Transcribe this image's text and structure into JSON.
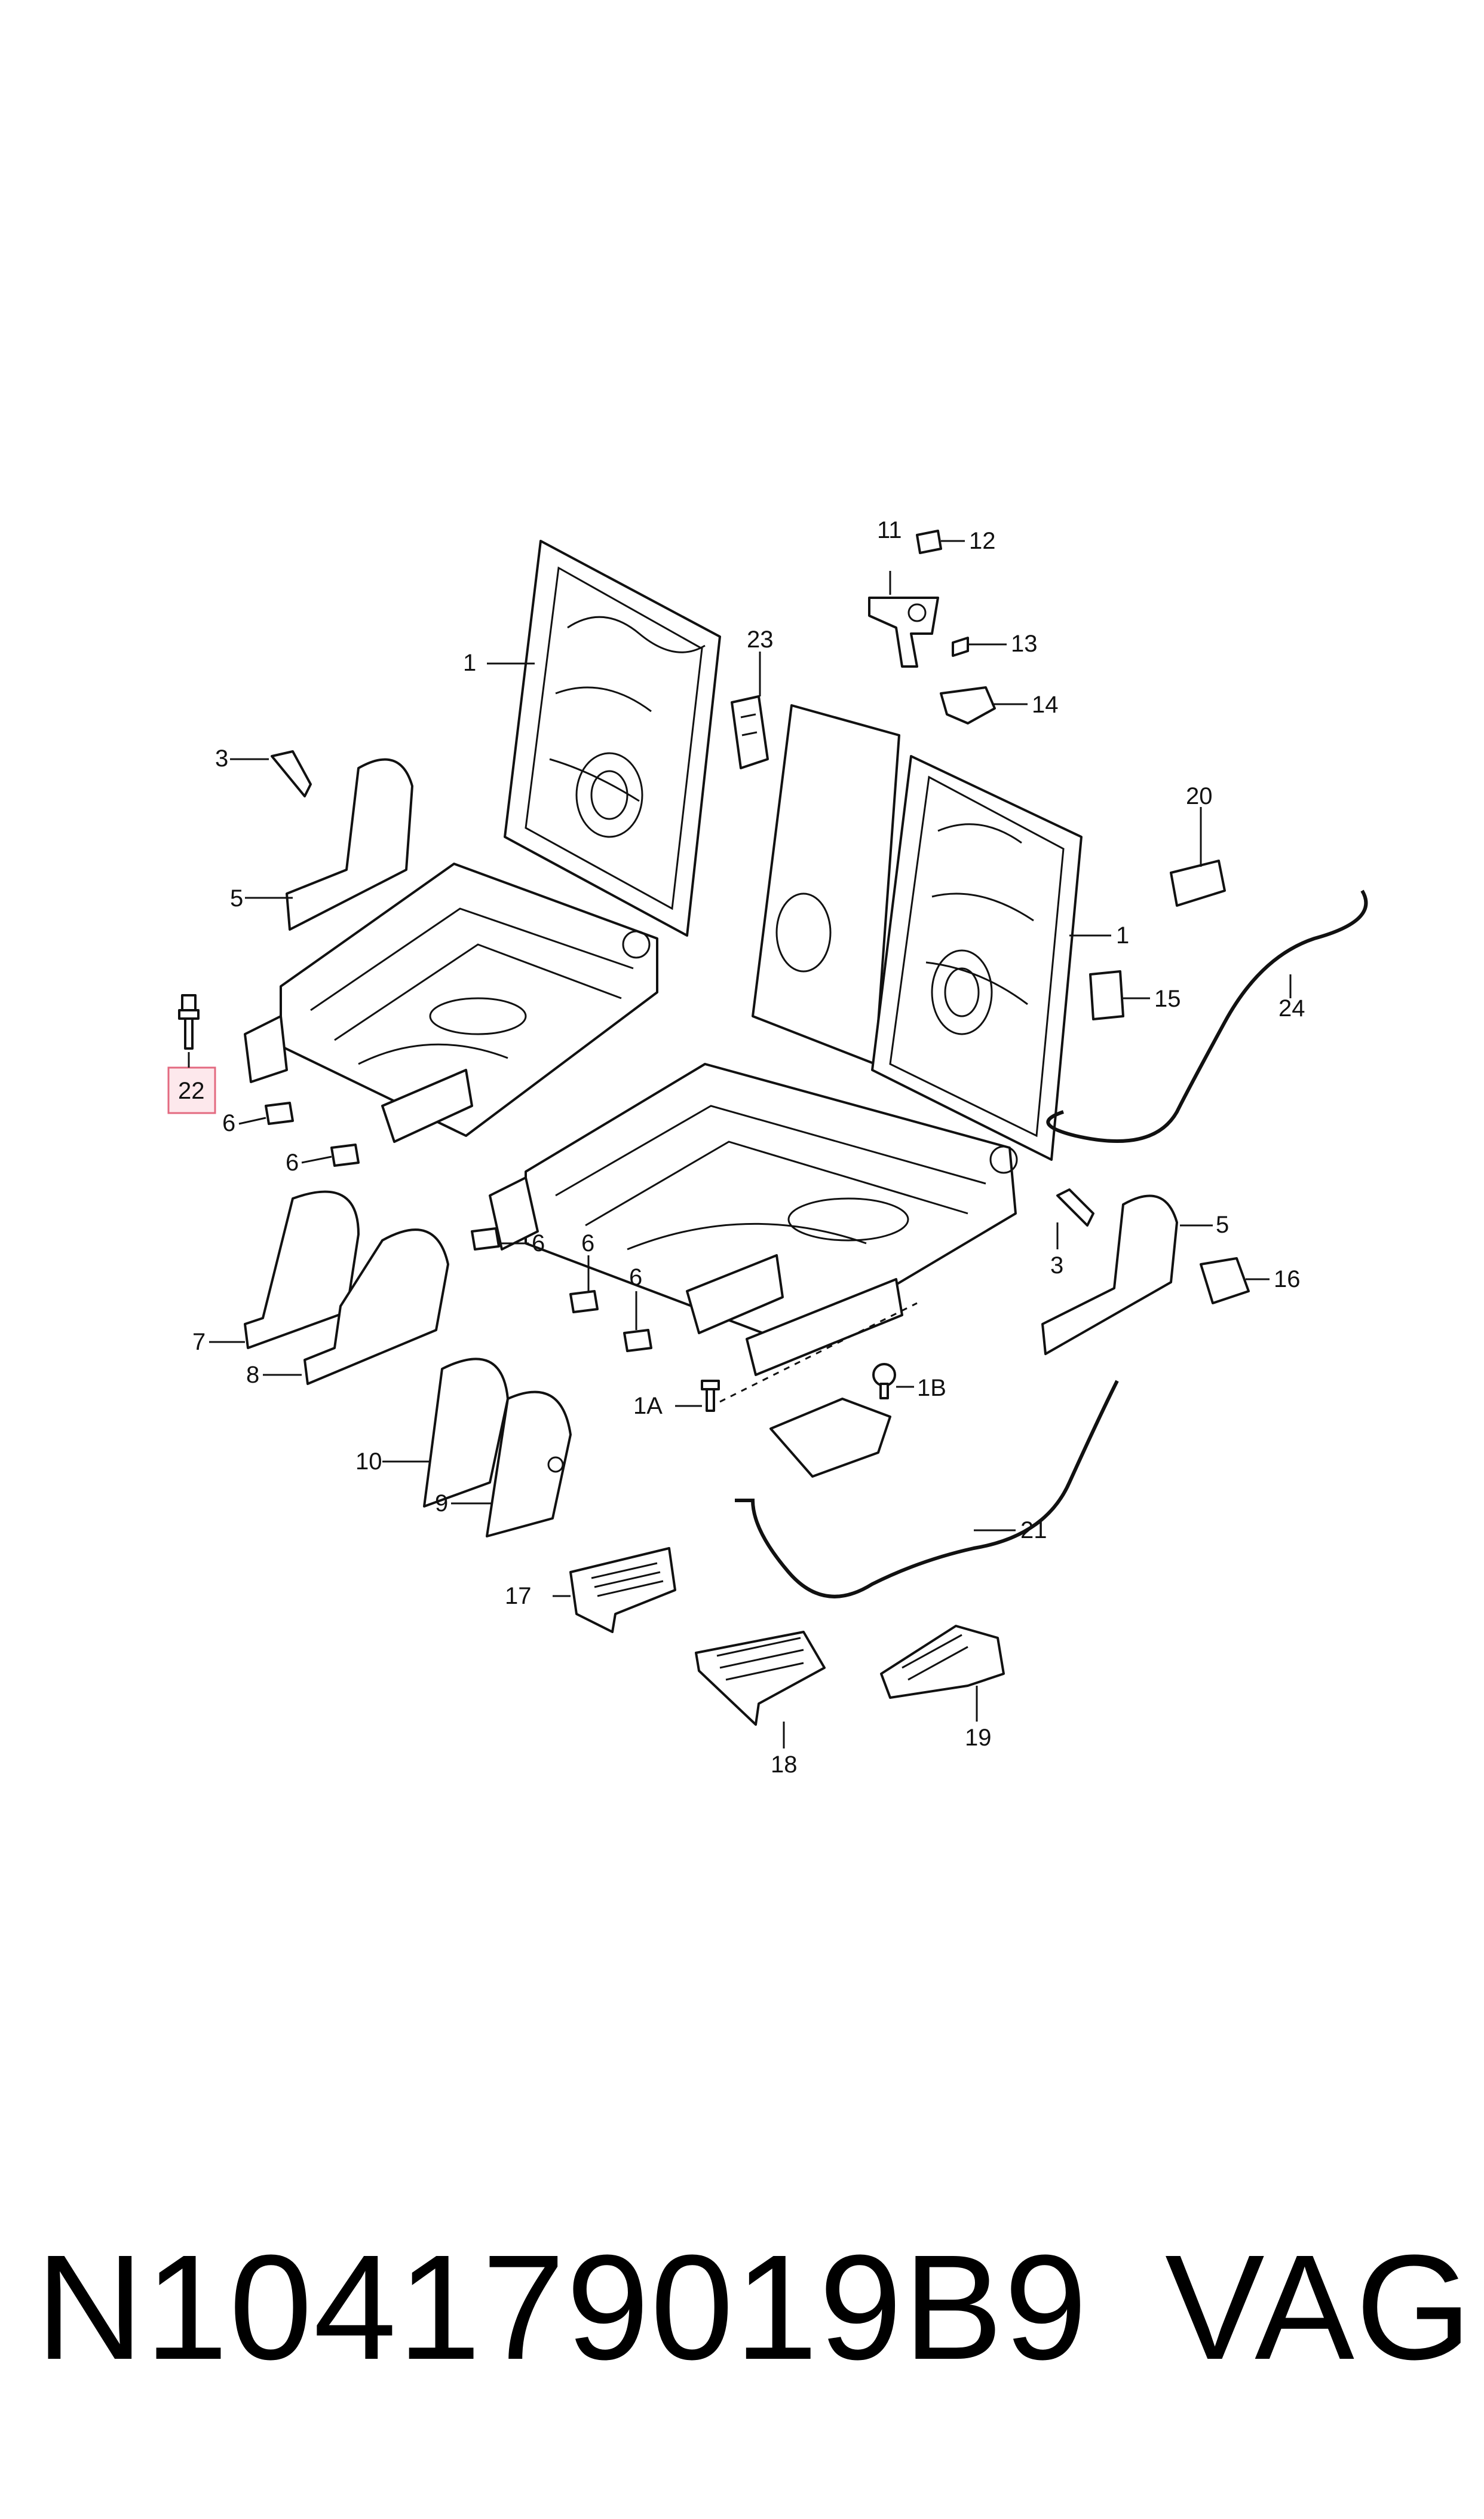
{
  "callouts": {
    "c1_left": "1",
    "c1_right": "1",
    "c1A": "1A",
    "c1B": "1B",
    "c3_left": "3",
    "c3_right": "3",
    "c5_left": "5",
    "c5_right": "5",
    "c6_a": "6",
    "c6_b": "6",
    "c6_c": "6",
    "c6_d": "6",
    "c6_e": "6",
    "c7": "7",
    "c8": "8",
    "c9": "9",
    "c10": "10",
    "c11": "11",
    "c12": "12",
    "c13": "13",
    "c14": "14",
    "c15": "15",
    "c16": "16",
    "c17": "17",
    "c18": "18",
    "c19": "19",
    "c20": "20",
    "c21": "21",
    "c22": "22",
    "c23": "23",
    "c24": "24"
  },
  "highlighted_part": "22",
  "highlight_color": "#fde8ec",
  "footer": {
    "part_number": "N104179019B9",
    "brand": "VAG"
  }
}
